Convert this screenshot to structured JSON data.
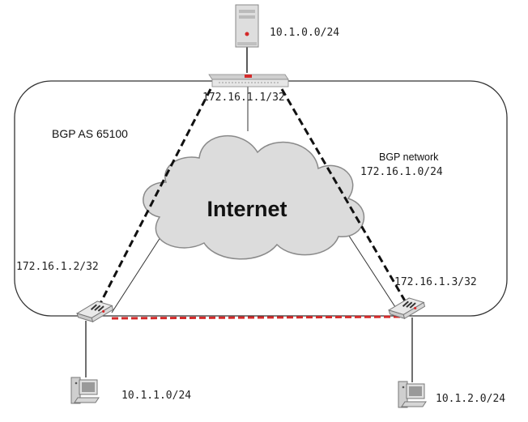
{
  "as_label": "BGP AS 65100",
  "network": {
    "title": "BGP network",
    "prefix": "172.16.1.0/24"
  },
  "cloud_label": "Internet",
  "hub": {
    "lan_subnet": "10.1.0.0/24",
    "loopback": "172.16.1.1/32"
  },
  "spoke_left": {
    "loopback": "172.16.1.2/32",
    "lan_subnet": "10.1.1.0/24"
  },
  "spoke_right": {
    "loopback": "172.16.1.3/32",
    "lan_subnet": "10.1.2.0/24"
  },
  "colors": {
    "tunnel": "#111111",
    "spoke_to_spoke": "#d42a2a",
    "boundary": "#333333",
    "cloud_fill": "#dcdcdc",
    "cloud_stroke": "#8a8a8a"
  }
}
